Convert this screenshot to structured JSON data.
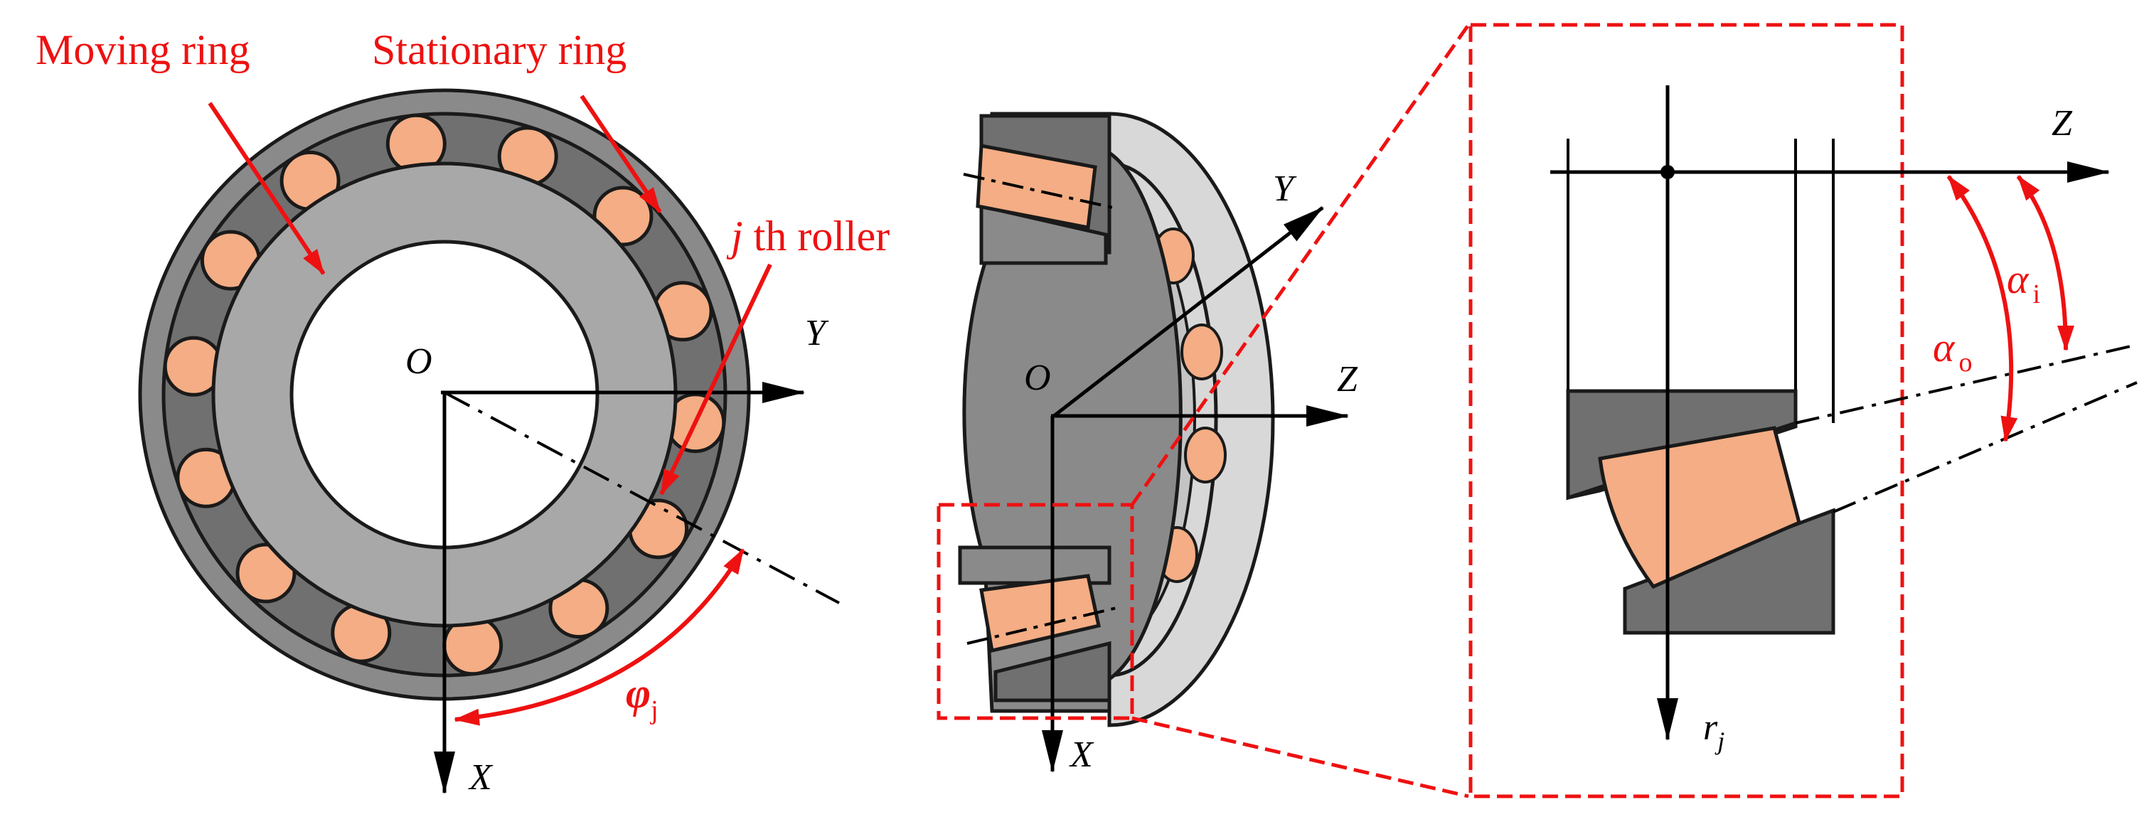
{
  "colors": {
    "accent_red": "#ee1111",
    "roller": "#f4ad84",
    "ring_dark": "#707070",
    "ring_mid": "#8a8a8a",
    "ring_light": "#a8a8a8",
    "ring_pale": "#d8d8d8",
    "outline": "#1a1a1a"
  },
  "labels": {
    "moving_ring": "Moving ring",
    "stationary_ring": "Stationary ring",
    "jth_roller_j": "j",
    "jth_roller_rest": " th roller",
    "phi_symbol": "φ",
    "phi_sub": "j"
  },
  "axes": {
    "front_origin": "O",
    "front_x": "X",
    "front_y": "Y",
    "side_origin": "O",
    "side_x": "X",
    "side_y": "Y",
    "side_z": "Z",
    "detail_z": "Z",
    "detail_r": "r",
    "detail_r_sub": "j"
  },
  "angles": {
    "alpha": "α",
    "alpha_o_sub": "o",
    "alpha_i_sub": "i"
  },
  "icons": {
    "arrow": "arrow-icon",
    "roller": "roller-icon"
  }
}
